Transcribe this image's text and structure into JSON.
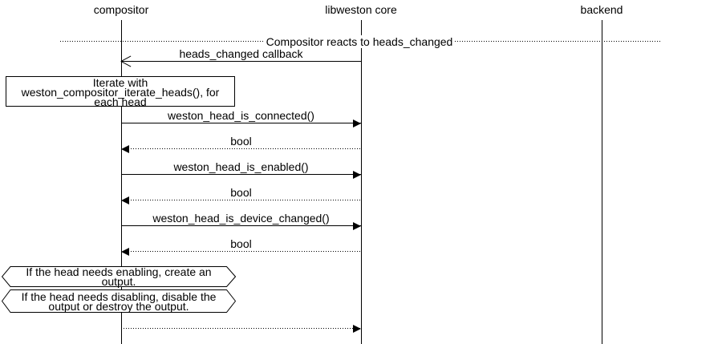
{
  "diagram": {
    "participants": [
      "compositor",
      "libweston core",
      "backend"
    ],
    "divider_label": "Compositor reacts to heads_changed",
    "note_text": "Iterate with\nweston_compositor_iterate_heads(), for\neach head",
    "messages": [
      {
        "label": "heads_changed callback",
        "from": "libweston core",
        "to": "compositor",
        "line": "solid",
        "arrowhead": "open"
      },
      {
        "label": "weston_head_is_connected()",
        "from": "compositor",
        "to": "libweston core",
        "line": "solid",
        "arrowhead": "filled"
      },
      {
        "label": "bool",
        "from": "libweston core",
        "to": "compositor",
        "line": "dotted",
        "arrowhead": "filled"
      },
      {
        "label": "weston_head_is_enabled()",
        "from": "compositor",
        "to": "libweston core",
        "line": "solid",
        "arrowhead": "filled"
      },
      {
        "label": "bool",
        "from": "libweston core",
        "to": "compositor",
        "line": "dotted",
        "arrowhead": "filled"
      },
      {
        "label": "weston_head_is_device_changed()",
        "from": "compositor",
        "to": "libweston core",
        "line": "solid",
        "arrowhead": "filled"
      },
      {
        "label": "bool",
        "from": "libweston core",
        "to": "compositor",
        "line": "dotted",
        "arrowhead": "filled"
      },
      {
        "label": "",
        "from": "compositor",
        "to": "libweston core",
        "line": "dotted",
        "arrowhead": "filled"
      }
    ],
    "conditions": [
      "If the head needs enabling, create an\noutput.",
      "If the head needs disabling, disable the\noutput or destroy the output."
    ],
    "colors": {
      "line": "#000000",
      "background": "#ffffff"
    }
  }
}
